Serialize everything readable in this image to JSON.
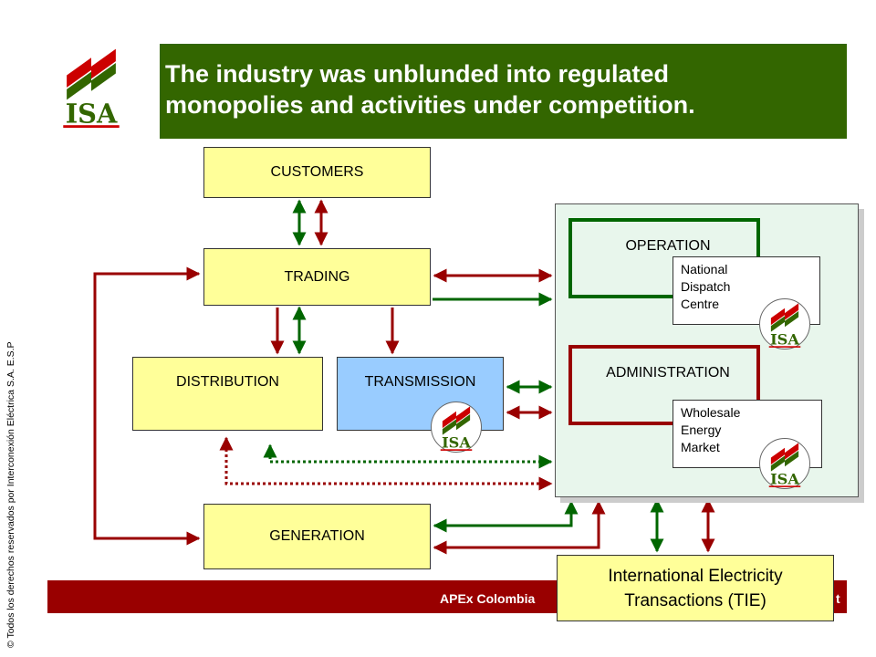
{
  "header": {
    "title_line1": "The industry was unblunded into regulated",
    "title_line2": "monopolies and activities under competition."
  },
  "logo": {
    "text": "ISA"
  },
  "boxes": {
    "customers": "CUSTOMERS",
    "trading": "TRADING",
    "distribution": "DISTRIBUTION",
    "transmission": "TRANSMISSION",
    "generation": "GENERATION",
    "operation": "OPERATION",
    "administration": "ADMINISTRATION",
    "national_dispatch": [
      "National",
      "Dispatch",
      "Centre"
    ],
    "wholesale_market": [
      "Wholesale",
      "Energy",
      "Market"
    ],
    "tie": [
      "International Electricity",
      "Transactions (TIE)"
    ]
  },
  "footer": {
    "left": "APEx Colombia",
    "right": "t"
  },
  "copyright": "© Todos los derechos reservados por Interconexión Eléctrica S.A. E.S.P",
  "colors": {
    "banner_green": "#336600",
    "arrow_green": "#006600",
    "arrow_red": "#990000",
    "box_yellow": "#ffff99",
    "box_blue": "#99ccff",
    "panel_mint": "#e8f6ec"
  },
  "icons": [
    "isa-logo-icon",
    "arrow-icon"
  ]
}
